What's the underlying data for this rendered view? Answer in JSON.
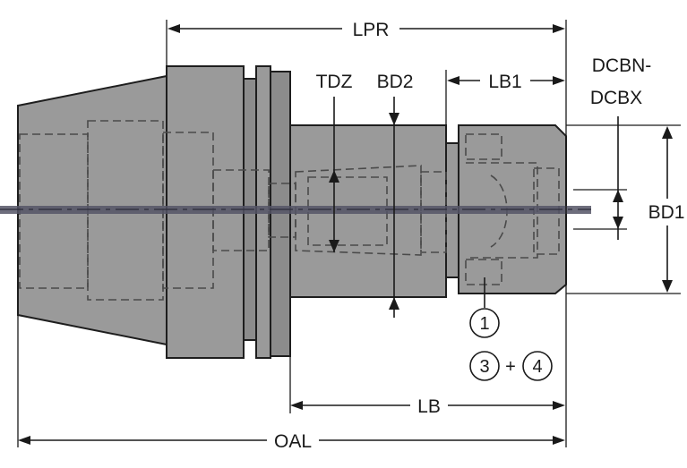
{
  "labels": {
    "lpr": "LPR",
    "tdz": "TDZ",
    "bd2": "BD2",
    "lb1": "LB1",
    "dcbn": "DCBN-",
    "dcbx": "DCBX",
    "bd1": "BD1",
    "lb": "LB",
    "oal": "OAL"
  },
  "callouts": {
    "item1": "1",
    "item3": "3",
    "plus": "+",
    "item4": "4"
  },
  "colors": {
    "body_fill": "#9a9a9a",
    "centerline": "#555566",
    "lines": "#1a1a1a"
  }
}
